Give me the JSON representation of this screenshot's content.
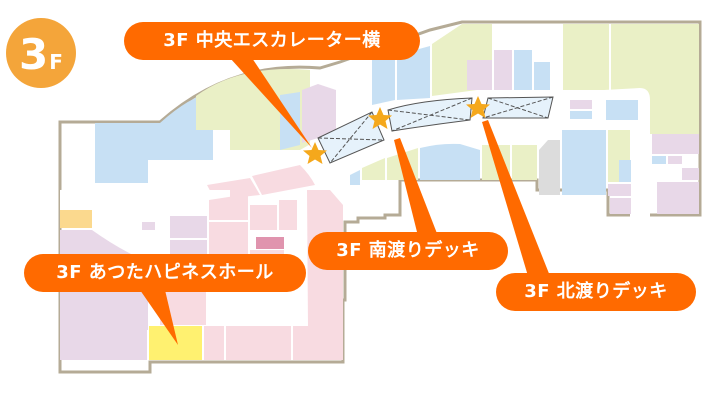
{
  "floor": {
    "number": "3",
    "unit": "F",
    "color": "#f4a53a"
  },
  "colors": {
    "callout": "#ff6a00",
    "star": "#f5a81c",
    "outline": "#b5ab96",
    "corridor": "#ffffff",
    "green": "#eaf0c6",
    "blue": "#c7e0f4",
    "lavender": "#e8d8e8",
    "pink": "#f8dbe1",
    "dark_pink": "#e094ae",
    "yellow": "#fff170",
    "orange_light": "#fbd98e",
    "gray": "#dcdcdc",
    "deck": "#e6f2fb"
  },
  "callouts": [
    {
      "id": "central-escalator",
      "label": "3F 中央エスカレーター横"
    },
    {
      "id": "south-deck",
      "label": "3F 南渡りデッキ"
    },
    {
      "id": "north-deck",
      "label": "3F 北渡りデッキ"
    },
    {
      "id": "happiness-hall",
      "label": "3F あつたハピネスホール"
    }
  ]
}
